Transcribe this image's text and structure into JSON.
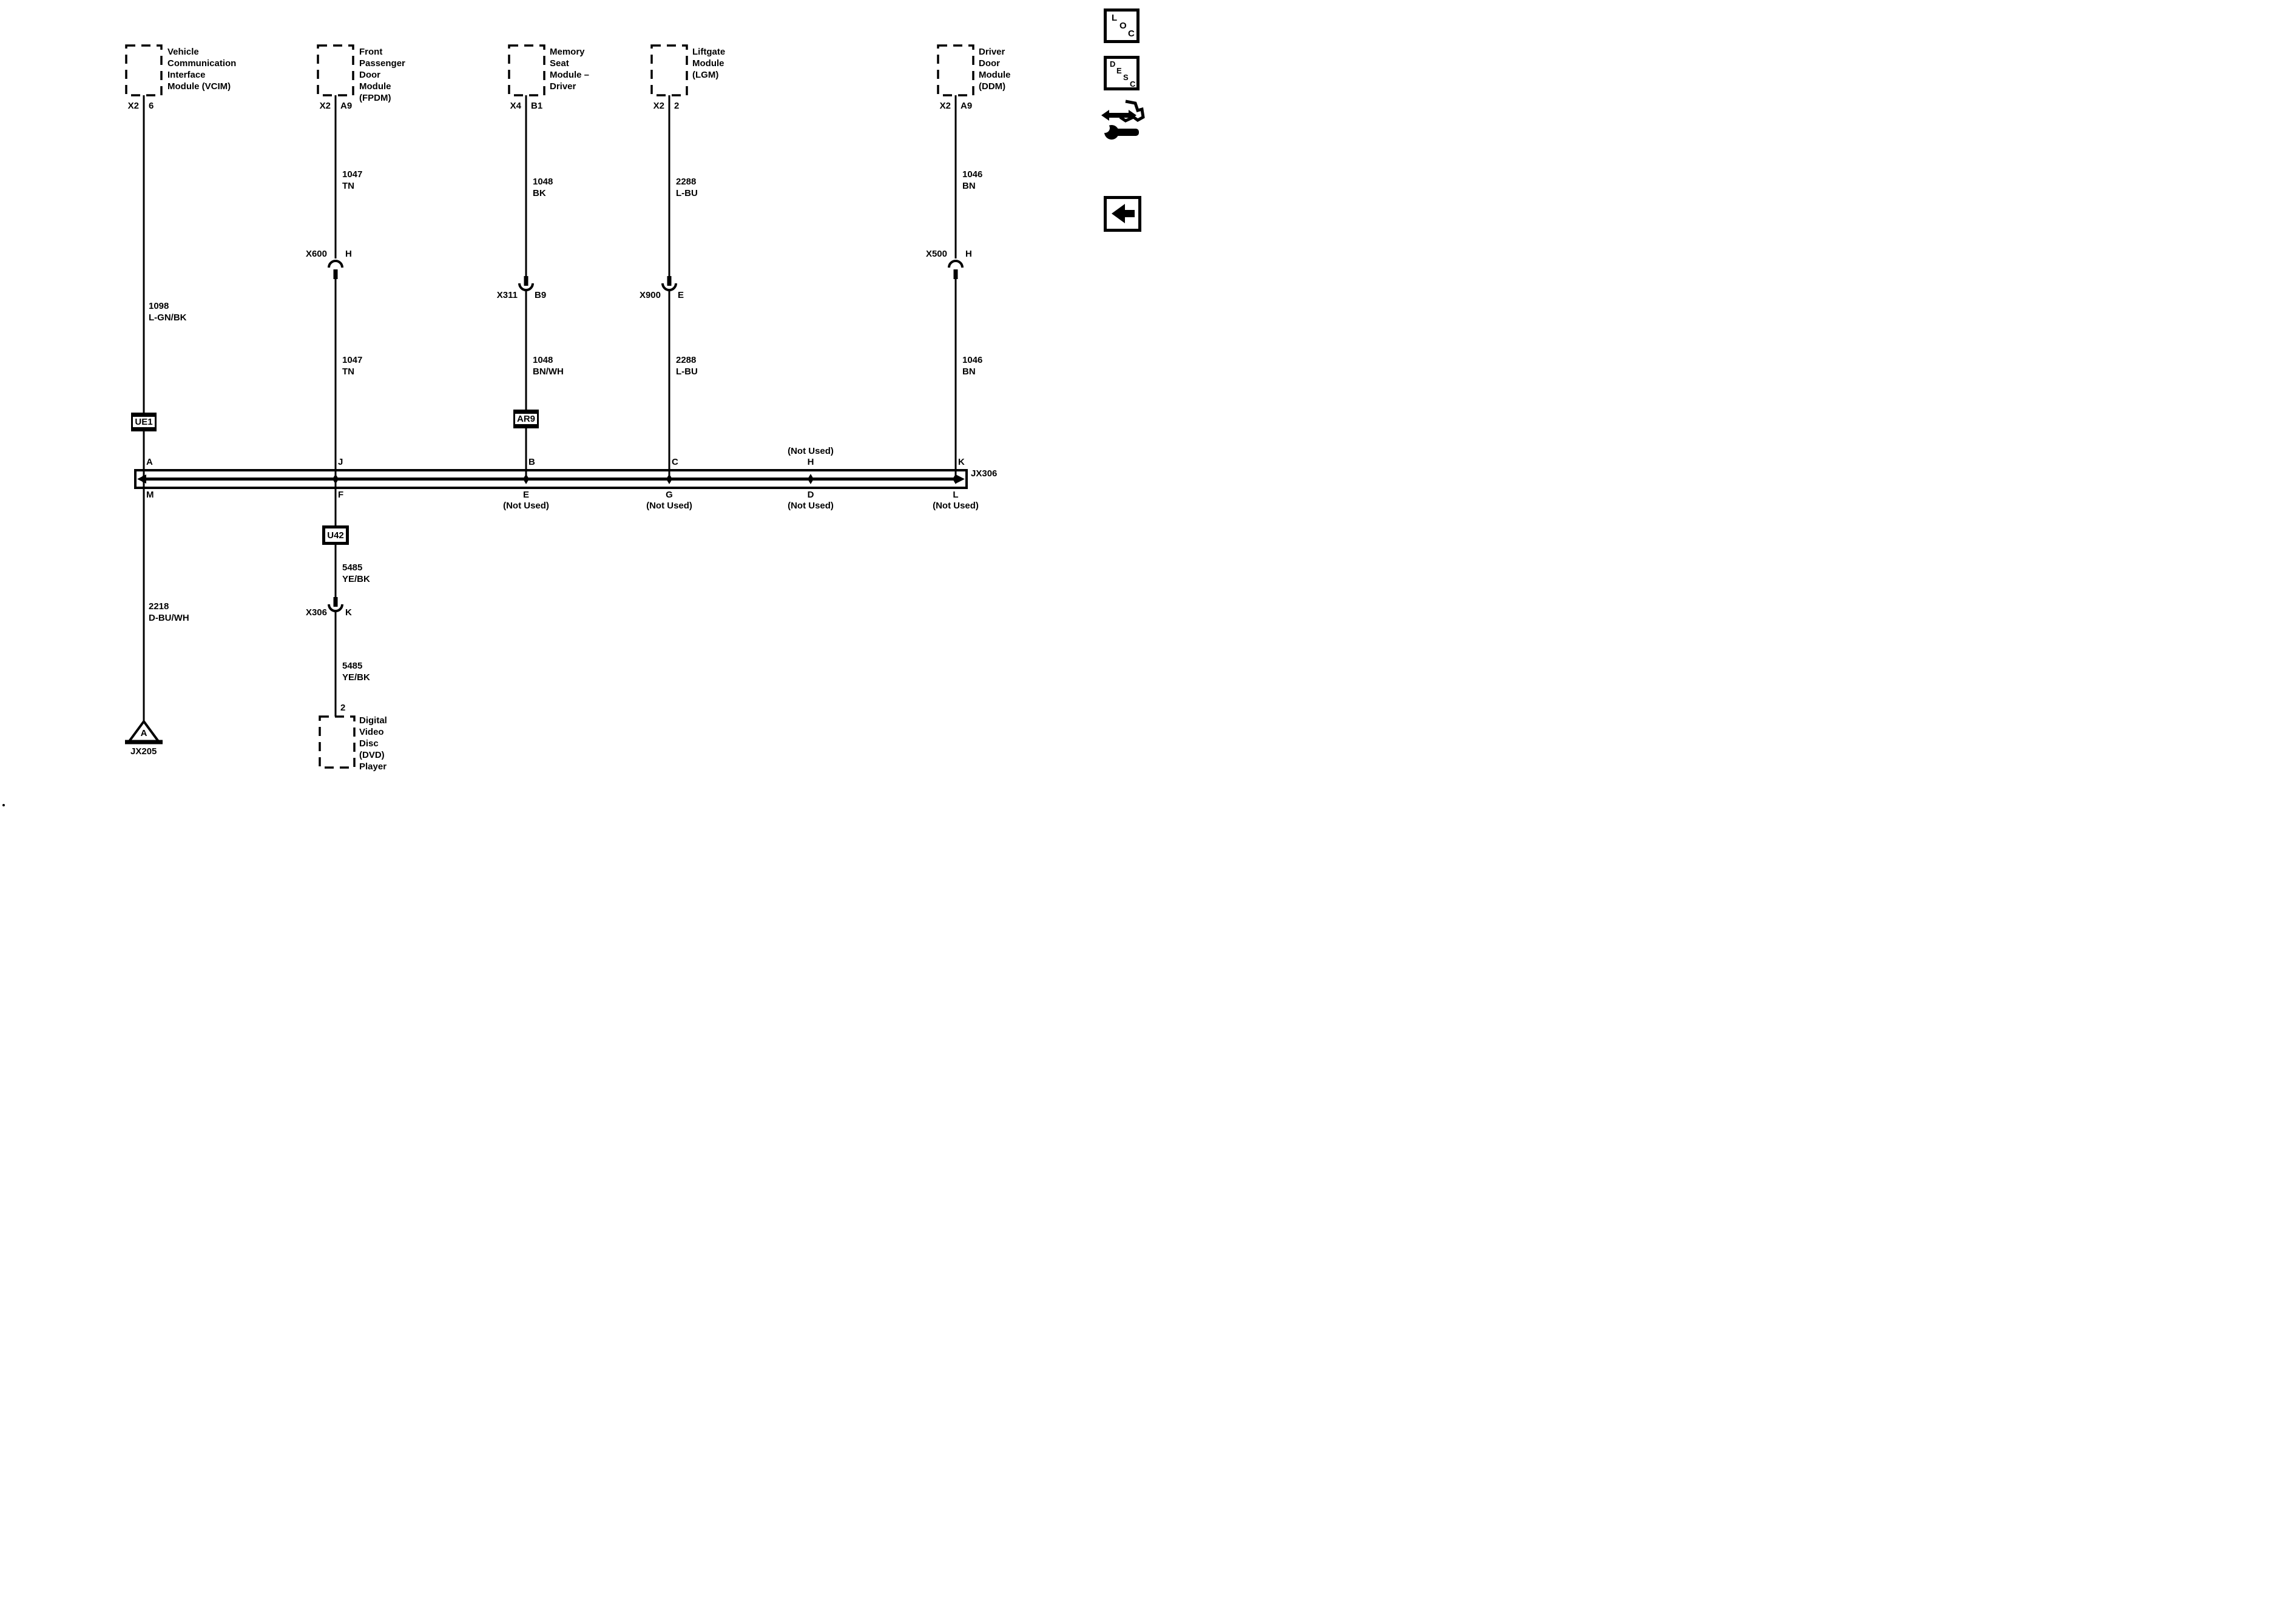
{
  "page": {
    "background": "#ffffff",
    "ink": "#000000"
  },
  "toolbar": {
    "loc_letters": [
      "L",
      "O",
      "C"
    ],
    "desc_letters": [
      "D",
      "E",
      "S",
      "C"
    ]
  },
  "modules": [
    {
      "name": "Vehicle\nCommunication\nInterface\nModule (VCIM)",
      "connector": "X2",
      "pin": "6"
    },
    {
      "name": "Front\nPassenger\nDoor\nModule\n(FPDM)",
      "connector": "X2",
      "pin": "A9"
    },
    {
      "name": "Memory\nSeat\nModule –\nDriver",
      "connector": "X4",
      "pin": "B1"
    },
    {
      "name": "Liftgate\nModule\n(LGM)",
      "connector": "X2",
      "pin": "2"
    },
    {
      "name": "Driver\nDoor\nModule\n(DDM)",
      "connector": "X2",
      "pin": "A9"
    }
  ],
  "dvd": {
    "name": "Digital\nVideo\nDisc\n(DVD)\nPlayer",
    "pin": "2"
  },
  "wires": {
    "vcim_upper": "1098\nL-GN/BK",
    "vcim_lower": "2218\nD-BU/WH",
    "fpdm_upper": "1047\nTN",
    "fpdm_lower": "1047\nTN",
    "msm_upper": "1048\nBK",
    "msm_lower": "1048\nBN/WH",
    "lgm_upper": "2288\nL-BU",
    "lgm_lower": "2288\nL-BU",
    "ddm_upper": "1046\nBN",
    "ddm_lower": "1046\nBN",
    "dvd_upper": "5485\nYE/BK",
    "dvd_lower": "5485\nYE/BK"
  },
  "connectors": {
    "x600": {
      "name": "X600",
      "pin": "H"
    },
    "x500": {
      "name": "X500",
      "pin": "H"
    },
    "x311": {
      "name": "X311",
      "pin": "B9"
    },
    "x900": {
      "name": "X900",
      "pin": "E"
    },
    "x306": {
      "name": "X306",
      "pin": "K"
    }
  },
  "components": {
    "ue1": "UE1",
    "ar9": "AR9",
    "u42": "U42"
  },
  "bus": {
    "label": "JX306",
    "not_used": "(Not Used)",
    "top_pins": [
      "A",
      "J",
      "B",
      "C",
      "H",
      "K"
    ],
    "bottom_pins": [
      "M",
      "F",
      "E",
      "G",
      "D",
      "L"
    ]
  },
  "ground": {
    "letter": "A",
    "label": "JX205"
  }
}
